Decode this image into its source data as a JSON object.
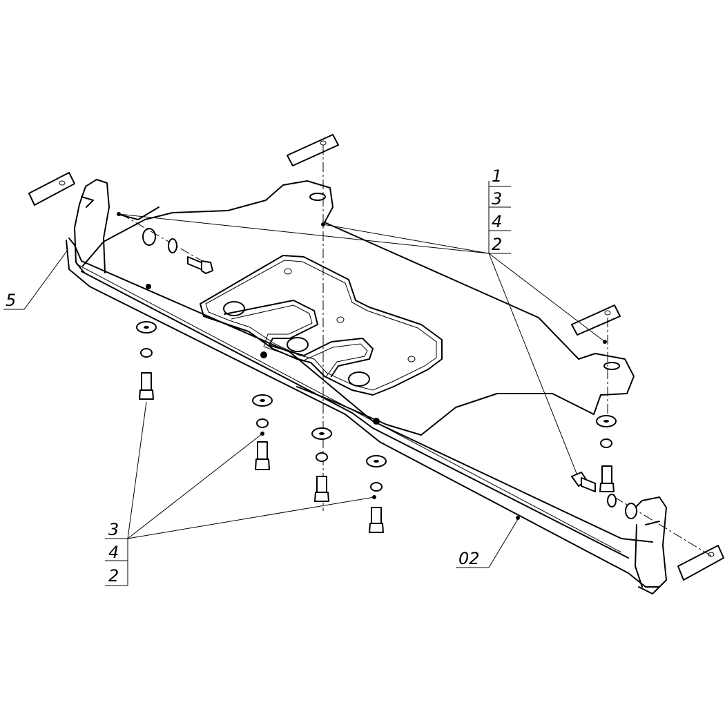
{
  "callouts": {
    "upper_right": [
      "1",
      "3",
      "4",
      "2"
    ],
    "lower_left": [
      "3",
      "4",
      "2"
    ],
    "left": "5",
    "bottom_right": "02"
  }
}
